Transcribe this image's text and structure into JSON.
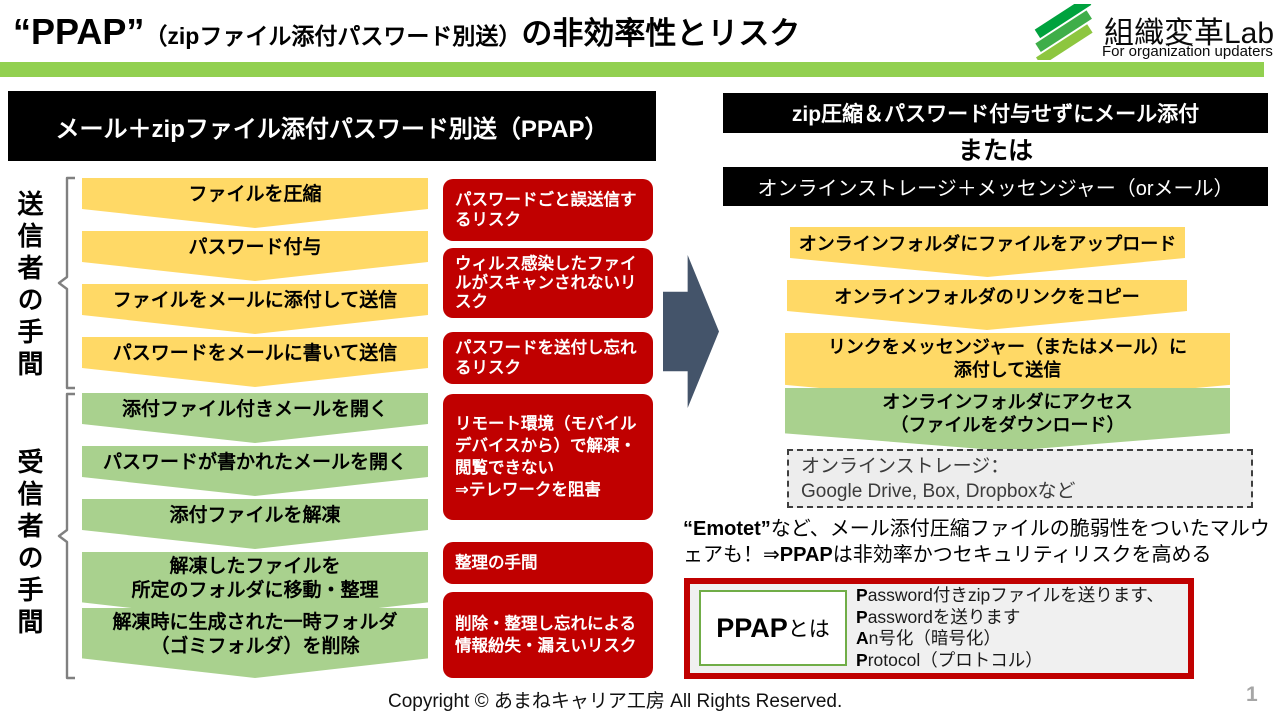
{
  "slide_title": {
    "main": "“PPAP”",
    "paren": "（zipファイル添付パスワード別送）",
    "suffix": "の非効率性とリスク"
  },
  "logo": {
    "name": "組織変革Lab",
    "tagline": "For organization updaters"
  },
  "left_panel": {
    "header": "メール＋zipファイル添付パスワード別送（PPAP）",
    "sender_label": "送信者の手間",
    "receiver_label": "受信者の手間",
    "sender_steps": [
      "ファイルを圧縮",
      "パスワード付与",
      "ファイルをメールに添付して送信",
      "パスワードをメールに書いて送信"
    ],
    "receiver_steps": [
      "添付ファイル付きメールを開く",
      "パスワードが書かれたメールを開く",
      "添付ファイルを解凍",
      "解凍したファイルを\n所定のフォルダに移動・整理",
      "解凍時に生成された一時フォルダ\n（ゴミフォルダ）を削除"
    ],
    "risks": [
      "パスワードごと誤送信するリスク",
      "ウィルス感染したファイルがスキャンされないリスク",
      "パスワードを送付し忘れるリスク",
      "リモート環境（モバイルデバイスから）で解凍・閲覧できない\n⇒テレワークを阻害",
      "整理の手間",
      "削除・整理し忘れによる情報紛失・漏えいリスク"
    ]
  },
  "right_panel": {
    "alt_1": "zip圧縮＆パスワード付与せずにメール添付",
    "or_label": "または",
    "alt_2": "オンラインストレージ＋メッセンジャー（orメール）",
    "steps": [
      "オンラインフォルダにファイルをアップロード",
      "オンラインフォルダのリンクをコピー",
      "リンクをメッセンジャー（またはメール）に\n添付して送信",
      "オンラインフォルダにアクセス\n（ファイルをダウンロード）"
    ],
    "storage_note_line1": "オンラインストレージ：",
    "storage_note_line2": "Google Drive, Box, Dropboxなど",
    "warning": {
      "bold1": "“Emotet”",
      "text1": "など、メール添付圧縮ファイルの脆弱性をついたマルウェアも！⇒",
      "bold2": "PPAP",
      "text2": "は非効率かつセキュリティリスクを高める"
    },
    "ppap_box": {
      "term_bold": "PPAP",
      "term_rest": "とは",
      "definitions": [
        {
          "lead": "P",
          "rest": "assword付きzipファイルを送ります、"
        },
        {
          "lead": "P",
          "rest": "asswordを送ります"
        },
        {
          "lead": "A",
          "rest": "n号化（暗号化）"
        },
        {
          "lead": "P",
          "rest": "rotocol（プロトコル）"
        }
      ]
    }
  },
  "footer": {
    "copyright": "Copyright © あまねキャリア工房  All Rights Reserved.",
    "page_number": "1"
  },
  "colors": {
    "accent_yellow": "#FFD966",
    "accent_green": "#A9D18E",
    "accent_red": "#C00000",
    "accent_dark_arrow": "#44546A",
    "title_bar_green": "#92D050",
    "logo_green_dark": "#00A23E",
    "logo_green_mid": "#3FAE49",
    "logo_green_light": "#8DC63F",
    "gray_box": "#F0F0F0"
  }
}
